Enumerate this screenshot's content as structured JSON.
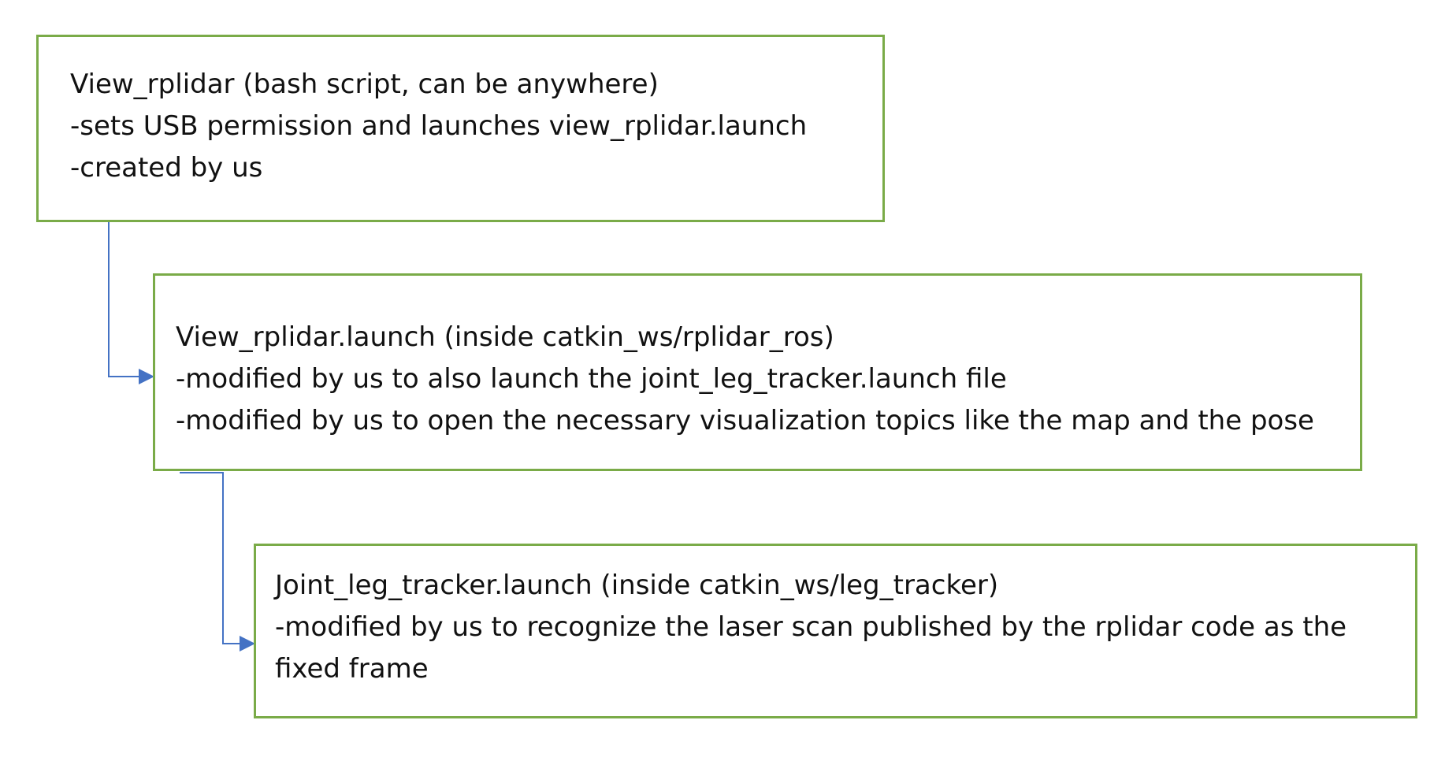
{
  "diagram": {
    "accent_colors": {
      "box_border": "#7aab48",
      "arrow": "#4472c4"
    },
    "nodes": [
      {
        "id": "view-rplidar-script",
        "lines": [
          "View_rplidar (bash script, can be anywhere)",
          "-sets USB permission and launches view_rplidar.launch",
          "-created by us"
        ]
      },
      {
        "id": "view-rplidar-launch",
        "lines": [
          "View_rplidar.launch (inside catkin_ws/rplidar_ros)",
          "-modified by us to also launch the joint_leg_tracker.launch file",
          "-modified by us to open the necessary visualization topics like the map and the pose"
        ]
      },
      {
        "id": "joint-leg-tracker-launch",
        "lines": [
          "Joint_leg_tracker.launch (inside catkin_ws/leg_tracker)",
          "-modified by us to recognize the laser scan published by the rplidar code as the",
          "fixed frame"
        ]
      }
    ],
    "edges": [
      {
        "from": "view-rplidar-script",
        "to": "view-rplidar-launch"
      },
      {
        "from": "view-rplidar-launch",
        "to": "joint-leg-tracker-launch"
      }
    ]
  }
}
